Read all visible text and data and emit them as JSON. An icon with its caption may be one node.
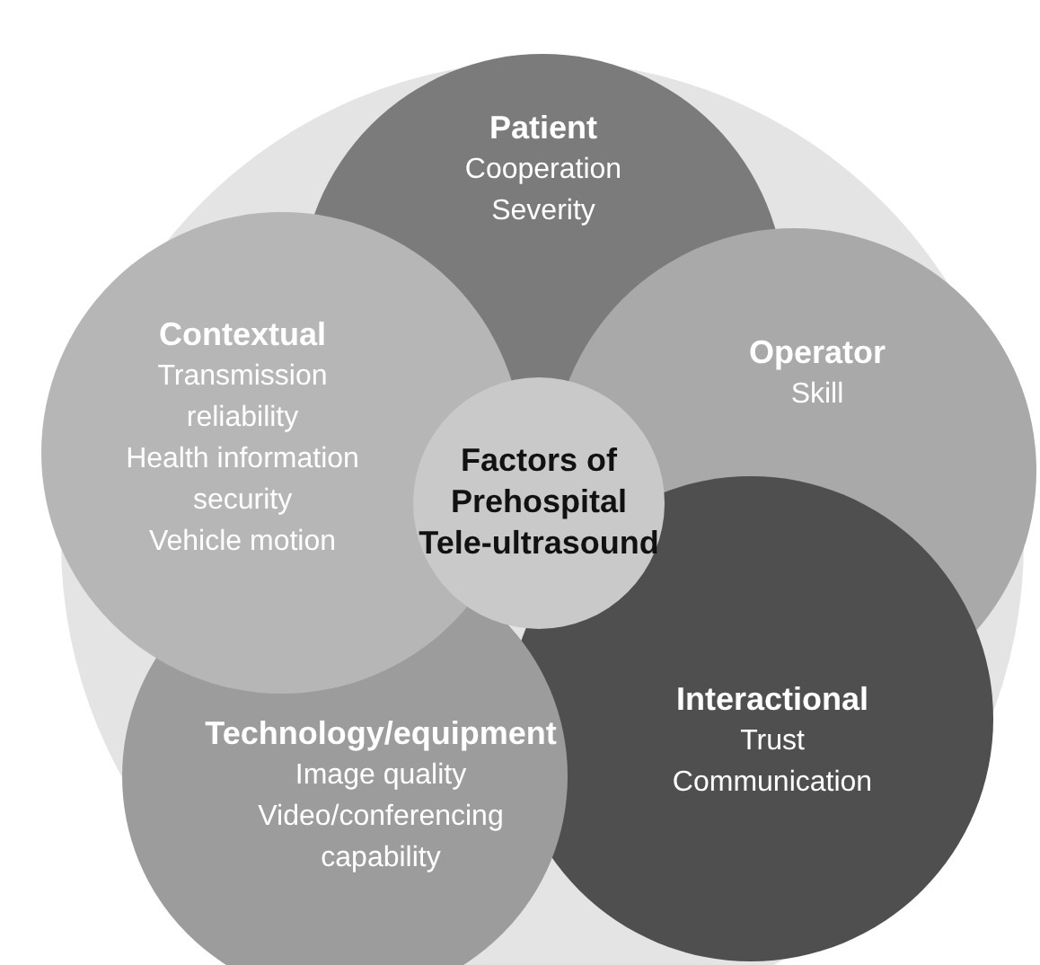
{
  "diagram": {
    "nodes": [
      {
        "text": [
          "Patient",
          "Cooperation",
          "Severity"
        ]
      },
      {
        "text": [
          "Operator",
          "Skill"
        ]
      },
      {
        "text": [
          "Interactional",
          "Trust",
          "Communication"
        ]
      },
      {
        "text": [
          "Technology/equipment",
          "Image quality",
          "Video/conferencing capability"
        ]
      },
      {
        "text": [
          "Contextual",
          "Transmission reliability",
          "Health information security",
          "Vehicle motion"
        ]
      },
      {
        "text": [
          "Factors of Prehospital Tele-ultrasound"
        ]
      }
    ]
  }
}
